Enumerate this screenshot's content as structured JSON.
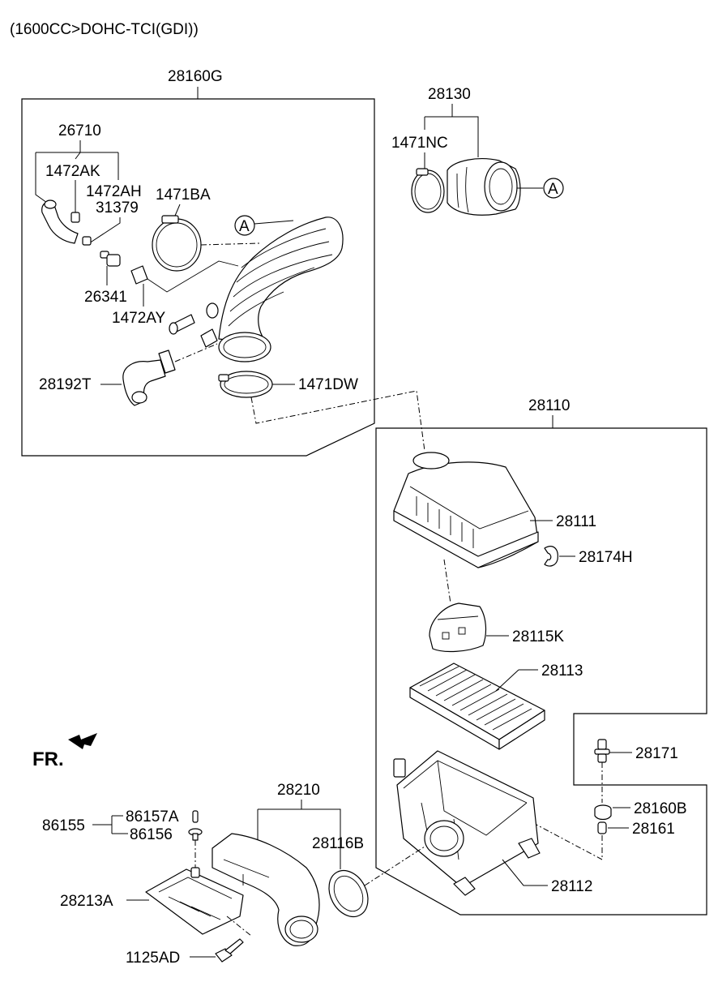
{
  "header": "(1600CC>DOHC-TCI(GDI))",
  "front_label": "FR.",
  "ref_marker": "A",
  "part_labels": {
    "p28160G": "28160G",
    "p26710": "26710",
    "p1472AK": "1472AK",
    "p1472AH": "1472AH",
    "p31379": "31379",
    "p1471BA": "1471BA",
    "p26341": "26341",
    "p1472AY": "1472AY",
    "p28192T": "28192T",
    "p1471DW": "1471DW",
    "p28130": "28130",
    "p1471NC": "1471NC",
    "p28110": "28110",
    "p28111": "28111",
    "p28174H": "28174H",
    "p28115K": "28115K",
    "p28113": "28113",
    "p28171": "28171",
    "p28160B": "28160B",
    "p28161": "28161",
    "p28112": "28112",
    "p28210": "28210",
    "p28116B": "28116B",
    "p86155": "86155",
    "p86157A": "86157A",
    "p86156": "86156",
    "p28213A": "28213A",
    "p1125AD": "1125AD"
  }
}
